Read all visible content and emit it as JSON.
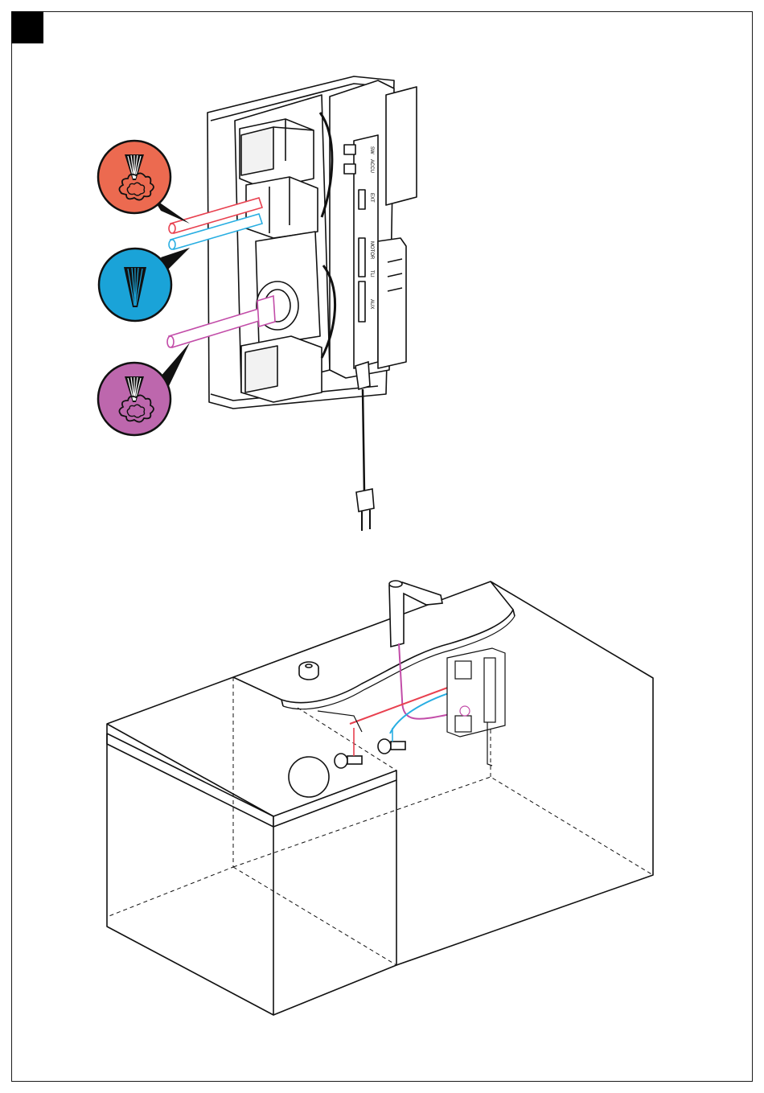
{
  "figure": {
    "labels": {
      "l1": "SW",
      "l2": "ACCU",
      "l3": "EXT",
      "l4": "MOTOR",
      "l5": "TLI",
      "l6": "AUX"
    }
  },
  "colors": {
    "hot": "#ec6a50",
    "cold": "#1aa3d8",
    "mixed": "#bd67ad",
    "hot_pipe": "#e8404f",
    "cold_pipe": "#28aee2",
    "mixed_pipe": "#c24ca8"
  },
  "icons": [
    "hot-water-icon",
    "cold-water-icon",
    "mixed-water-icon",
    "power-plug-icon",
    "faucet-icon"
  ]
}
